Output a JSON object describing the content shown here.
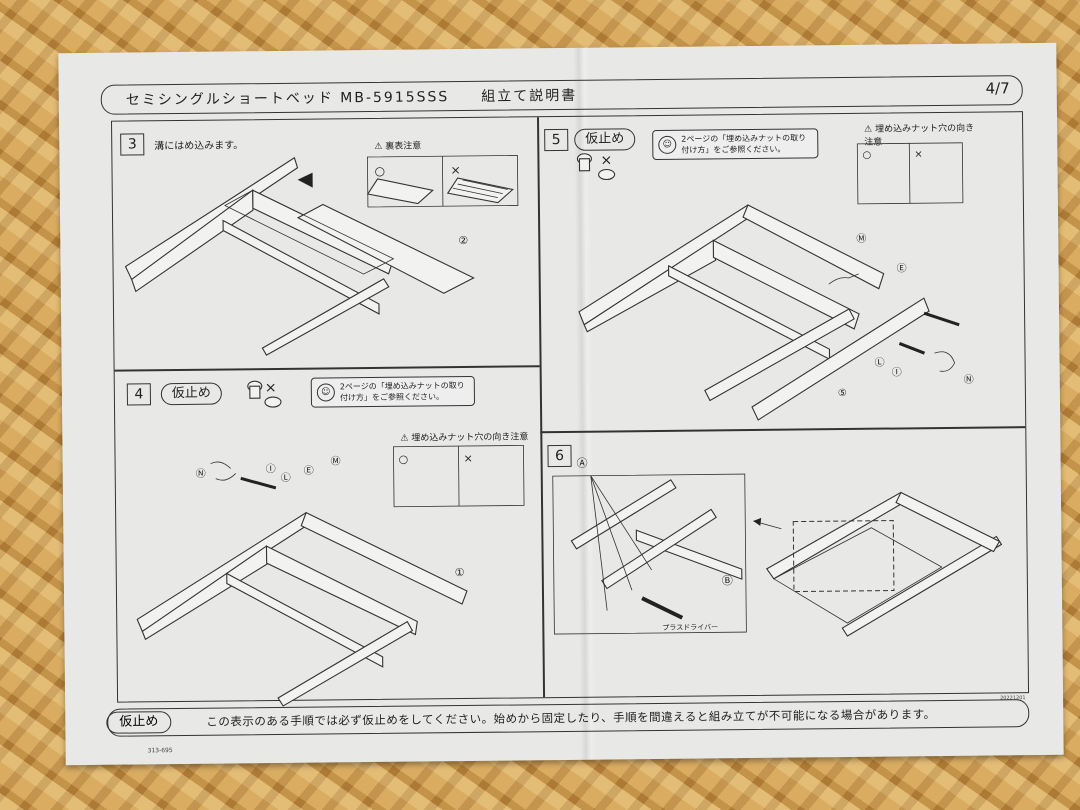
{
  "header": {
    "title": "セミシングルショートベッド MB-5915SSS　　組立て説明書",
    "page": "4/7"
  },
  "steps": {
    "s3": {
      "number": "3",
      "instruction": "溝にはめ込みます。",
      "warning": "裏表注意",
      "part": "②"
    },
    "s4": {
      "number": "4",
      "pill": "仮止め",
      "bubble": "2ページの「埋め込みナットの取り付け方」をご参照ください。",
      "warning": "埋め込みナット穴の向き注意",
      "part": "①",
      "labels": [
        "Ⓝ",
        "Ⓘ",
        "Ⓛ",
        "Ⓔ",
        "Ⓜ"
      ]
    },
    "s5": {
      "number": "5",
      "pill": "仮止め",
      "bubble": "2ページの「埋め込みナットの取り付け方」をご参照ください。",
      "warning": "埋め込みナット穴の向き注意",
      "part": "⑤",
      "labels": [
        "Ⓜ",
        "Ⓔ",
        "Ⓛ",
        "Ⓘ",
        "Ⓝ"
      ]
    },
    "s6": {
      "number": "6",
      "labels": [
        "Ⓐ",
        "Ⓑ"
      ],
      "tool": "プラスドライバー"
    }
  },
  "footer": {
    "pill": "仮止め",
    "text": "この表示のある手順では必ず仮止めをしてください。始めから固定したり、手順を間違えると組み立てが不可能になる場合があります。",
    "code_left": "313-695",
    "code_right": "20221201"
  },
  "symbols": {
    "ok": "○",
    "ng": "×"
  }
}
